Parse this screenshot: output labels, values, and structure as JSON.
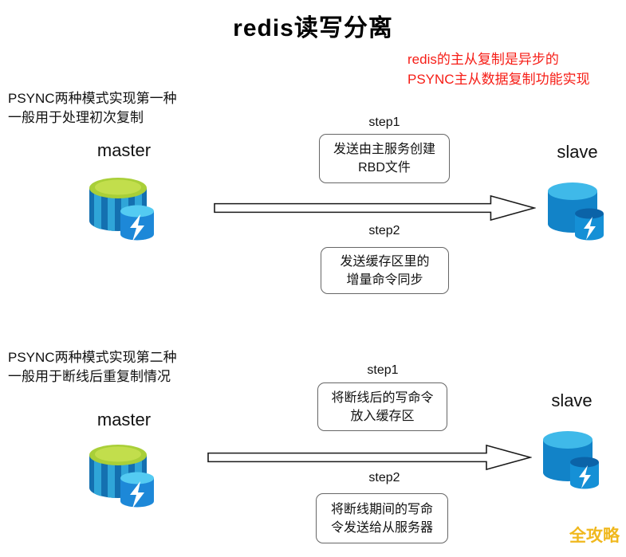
{
  "title": "redis读写分离",
  "note": {
    "line1": "redis的主从复制是异步的",
    "line2": "PSYNC主从数据复制功能实现"
  },
  "watermark": "全攻略",
  "colors": {
    "note_red": "#f61d16",
    "watermark_gold": "#F0B81E",
    "master_top_green": "#A9CF38",
    "cylinder_blue_dark": "#1470B0",
    "cylinder_blue_light": "#2FA5D8",
    "slave_top_blue": "#3FB9E9"
  },
  "sections": [
    {
      "desc1": "PSYNC两种模式实现第一种",
      "desc2": "一般用于处理初次复制",
      "master": "master",
      "slave": "slave",
      "step1": "step1",
      "box1_l1": "发送由主服务创建",
      "box1_l2": "RBD文件",
      "step2": "step2",
      "box2_l1": "发送缓存区里的",
      "box2_l2": "增量命令同步"
    },
    {
      "desc1": "PSYNC两种模式实现第二种",
      "desc2": "一般用于断线后重复制情况",
      "master": "master",
      "slave": "slave",
      "step1": "step1",
      "box1_l1": "将断线后的写命令",
      "box1_l2": "放入缓存区",
      "step2": "step2",
      "box2_l1": "将断线期间的写命",
      "box2_l2": "令发送给从服务器"
    }
  ]
}
